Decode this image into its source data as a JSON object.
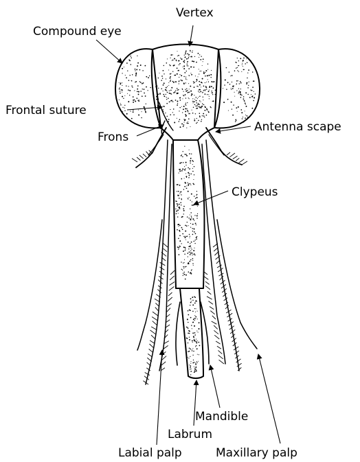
{
  "labels": {
    "vertex": "Vertex",
    "compound_eye": "Compound eye",
    "frontal_suture": "Frontal suture",
    "frons": "Frons",
    "antenna_scape": "Antenna scape",
    "clypeus": "Clypeus",
    "mandible": "Mandible",
    "labrum": "Labrum",
    "labial_palp": "Labial palp",
    "maxillary_palp": "Maxillary palp"
  }
}
